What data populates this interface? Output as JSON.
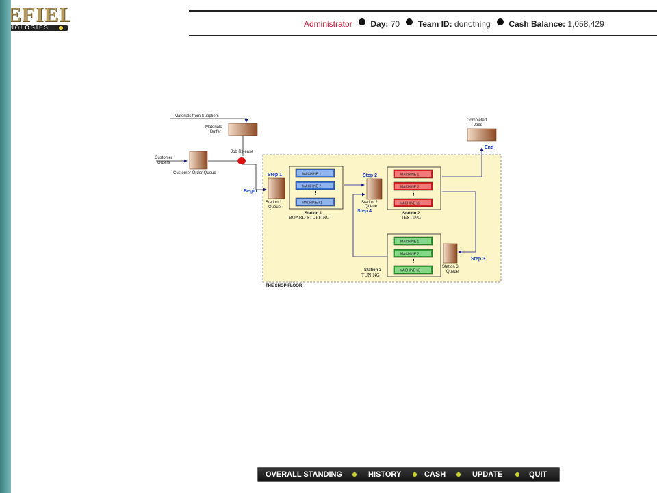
{
  "logo": {
    "main_text": "EFIELD",
    "sub_text": "NOLOGIES"
  },
  "header": {
    "user": "Administrator",
    "day_label": "Day:",
    "day_value": "70",
    "team_label": "Team ID:",
    "team_value": "donothing",
    "cash_label": "Cash Balance:",
    "cash_value": "1,058,429"
  },
  "diagram": {
    "materials_from_suppliers": "Materials from Suppliers",
    "materials_buffer_1": "Materials",
    "materials_buffer_2": "Buffer",
    "job_release": "Job  Release",
    "customer_orders_1": "Customer",
    "customer_orders_2": "Orders",
    "customer_order_queue": "Customer Order Queue",
    "completed_jobs_1": "Completed",
    "completed_jobs_2": "Jobs",
    "end": "End",
    "begin": "Begin",
    "step1": "Step 1",
    "step2": "Step 2",
    "step3": "Step 3",
    "step4": "Step 4",
    "s1q_1": "Station 1",
    "s1q_2": "Queue",
    "s2q_1": "Station 2",
    "s2q_2": "Queue",
    "s3q_1": "Station 3",
    "s3q_2": "Queue",
    "station1": {
      "machines": [
        "MACHINE 1",
        "MACHINE 2",
        "MACHINE k1"
      ],
      "label": "Station 1",
      "name": "BOARD STUFFING",
      "color": "#3a6fd0"
    },
    "station2": {
      "machines": [
        "MACHINE 1",
        "MACHINE 2",
        "MACHINE k2"
      ],
      "label": "Station 2",
      "name": "TESTING",
      "color": "#d62020"
    },
    "station3": {
      "machines": [
        "MACHINE 1",
        "MACHINE 2",
        "MACHINE k3"
      ],
      "label": "Station 3",
      "name": "TUNING",
      "color": "#2fa02f"
    },
    "shop_floor": "THE SHOP FLOOR",
    "floor_color": "#fbf5c8",
    "queue_color": "#9c5a30"
  },
  "nav": [
    {
      "label": "OVERALL STANDING"
    },
    {
      "label": "HISTORY"
    },
    {
      "label": "CASH"
    },
    {
      "label": "UPDATE"
    },
    {
      "label": "QUIT"
    }
  ]
}
